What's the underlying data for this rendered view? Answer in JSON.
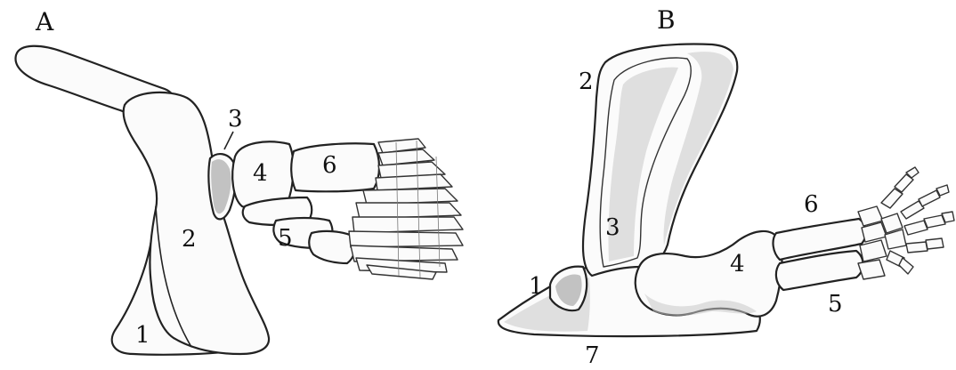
{
  "panels": [
    {
      "label": "A",
      "parts": [
        "1",
        "2",
        "3",
        "4",
        "5",
        "6"
      ]
    },
    {
      "label": "B",
      "parts": [
        "1",
        "2",
        "3",
        "4",
        "5",
        "6",
        "7"
      ]
    }
  ]
}
